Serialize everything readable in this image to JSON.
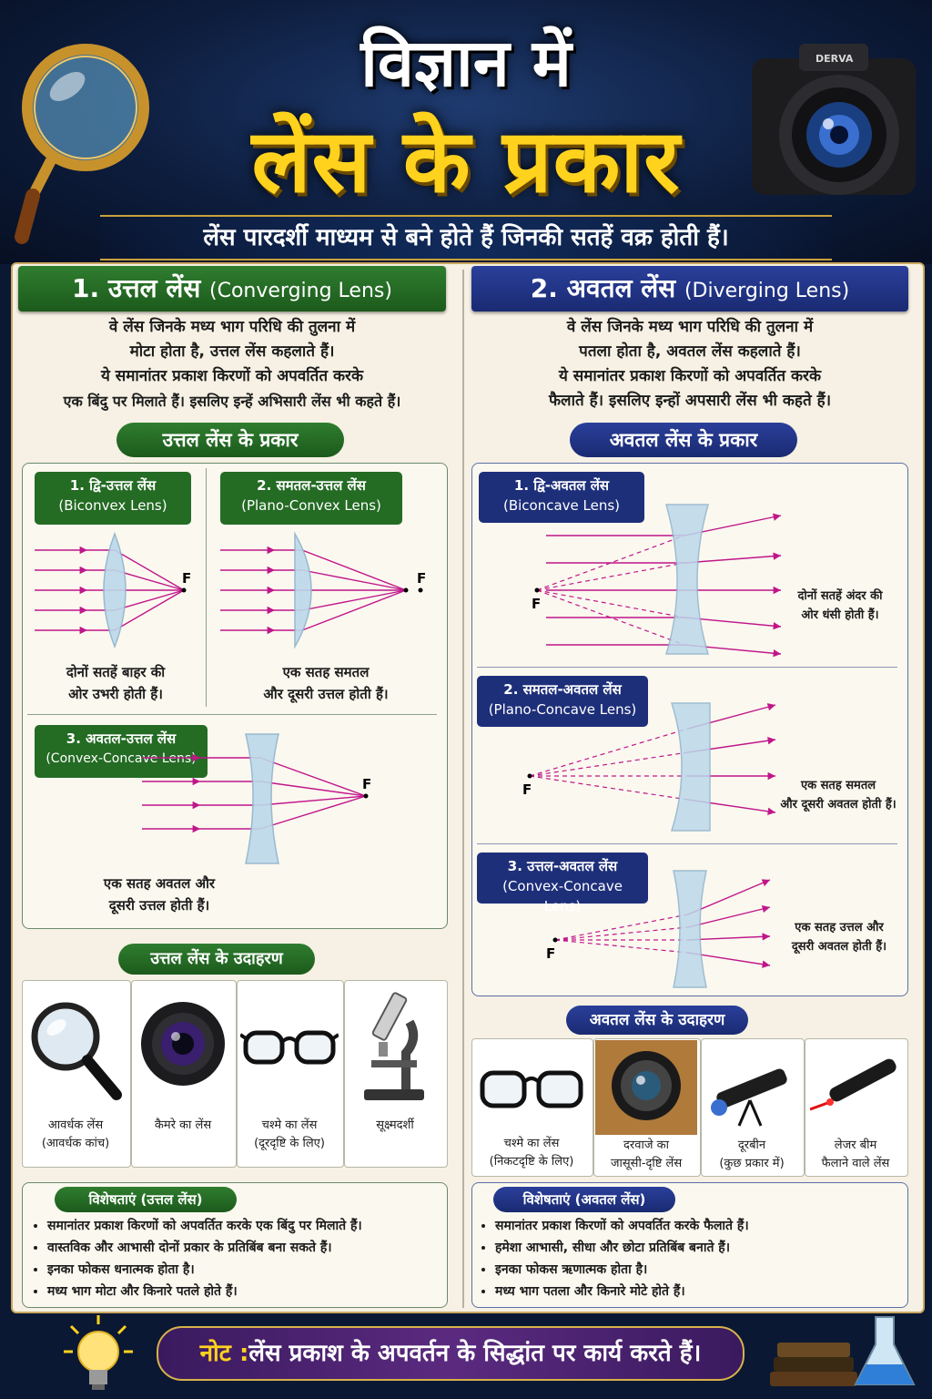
{
  "header": {
    "title_line1": "विज्ञान में",
    "title_line2": "लेंस के प्रकार",
    "subtitle": "लेंस पारदर्शी माध्यम से बने होते हैं जिनकी सतहें वक्र होती हैं।",
    "camera_brand": "DERVA"
  },
  "convex": {
    "heading_main": "1. उत्तल लेंस",
    "heading_sub": "(Converging Lens)",
    "desc": [
      "वे लेंस जिनके मध्य भाग परिधि की तुलना में",
      "मोटा होता है, उत्तल लेंस कहलाते हैं।",
      "ये समानांतर प्रकाश किरणों को अपवर्तित करके",
      "एक बिंदु पर मिलाते हैं। इसलिए इन्हें अभिसारी लेंस भी कहते हैं।"
    ],
    "types_title": "उत्तल लेंस के प्रकार",
    "types": [
      {
        "hi": "1. द्वि-उत्तल लेंस",
        "en": "(Biconvex Lens)",
        "focus": "F",
        "cap1": "दोनों सतहें बाहर की",
        "cap2": "ओर उभरी होती हैं।"
      },
      {
        "hi": "2. समतल-उत्तल लेंस",
        "en": "(Plano-Convex Lens)",
        "focus": "F",
        "cap1": "एक सतह समतल",
        "cap2": "और दूसरी उत्तल होती हैं।"
      },
      {
        "hi": "3. अवतल-उत्तल लेंस",
        "en": "(Convex-Concave Lens)",
        "focus": "F",
        "cap1": "एक सतह अवतल और",
        "cap2": "दूसरी उत्तल होती हैं।"
      }
    ],
    "examples_title": "उत्तल लेंस के उदाहरण",
    "examples": [
      {
        "l1": "आवर्धक लेंस",
        "l2": "(आवर्धक कांच)"
      },
      {
        "l1": "कैमरे का लेंस",
        "l2": ""
      },
      {
        "l1": "चश्मे का लेंस",
        "l2": "(दूरदृष्टि के लिए)"
      },
      {
        "l1": "सूक्ष्मदर्शी",
        "l2": ""
      }
    ],
    "features_title": "विशेषताएं (उत्तल लेंस)",
    "features": [
      "समानांतर प्रकाश किरणों को अपवर्तित करके एक बिंदु पर मिलाते हैं।",
      "वास्तविक और आभासी दोनों प्रकार के प्रतिबिंब बना सकते हैं।",
      "इनका फोकस धनात्मक होता है।",
      "मध्य भाग मोटा और किनारे पतले होते हैं।"
    ]
  },
  "concave": {
    "heading_main": "2. अवतल लेंस",
    "heading_sub": "(Diverging Lens)",
    "desc": [
      "वे लेंस जिनके मध्य भाग परिधि की तुलना में",
      "पतला होता है, अवतल लेंस कहलाते हैं।",
      "ये समानांतर प्रकाश किरणों को अपवर्तित करके",
      "फैलाते हैं। इसलिए इन्हों अपसारी लेंस भी कहते हैं।"
    ],
    "types_title": "अवतल लेंस के प्रकार",
    "types": [
      {
        "hi": "1. द्वि-अवतल लेंस",
        "en": "(Biconcave Lens)",
        "focus": "F",
        "cap1": "दोनों सतहें अंदर की",
        "cap2": "ओर धंसी होती हैं।"
      },
      {
        "hi": "2. समतल-अवतल लेंस",
        "en": "(Plano-Concave Lens)",
        "focus": "F",
        "cap1": "एक सतह समतल",
        "cap2": "और दूसरी अवतल होती हैं।"
      },
      {
        "hi": "3. उत्तल-अवतल लेंस",
        "en": "(Convex-Concave Lens)",
        "focus": "F",
        "cap1": "एक सतह उत्तल और",
        "cap2": "दूसरी अवतल होती हैं।"
      }
    ],
    "examples_title": "अवतल लेंस के उदाहरण",
    "examples": [
      {
        "l1": "चश्मे का लेंस",
        "l2": "(निकटदृष्टि के लिए)"
      },
      {
        "l1": "दरवाजे का",
        "l2": "जासूसी-दृष्टि लेंस"
      },
      {
        "l1": "दूरबीन",
        "l2": "(कुछ प्रकार में)"
      },
      {
        "l1": "लेजर बीम",
        "l2": "फैलाने वाले लेंस"
      }
    ],
    "features_title": "विशेषताएं (अवतल लेंस)",
    "features": [
      "समानांतर प्रकाश किरणों को अपवर्तित करके फैलाते हैं।",
      "हमेशा आभासी, सीधा और छोटा प्रतिबिंब बनाते हैं।",
      "इनका फोकस ऋणात्मक होता है।",
      "मध्य भाग पतला और किनारे मोटे होते हैं।"
    ]
  },
  "footer": {
    "note_label": "नोट :",
    "note_text": "लेंस प्रकाश के अपवर्तन के सिद्धांत पर कार्य करते हैं।"
  },
  "colors": {
    "ray": "#c0168a",
    "lens": "#bcd8ea",
    "green": "#246b24",
    "blue": "#1e2f7a",
    "gold": "#ffd21e"
  }
}
